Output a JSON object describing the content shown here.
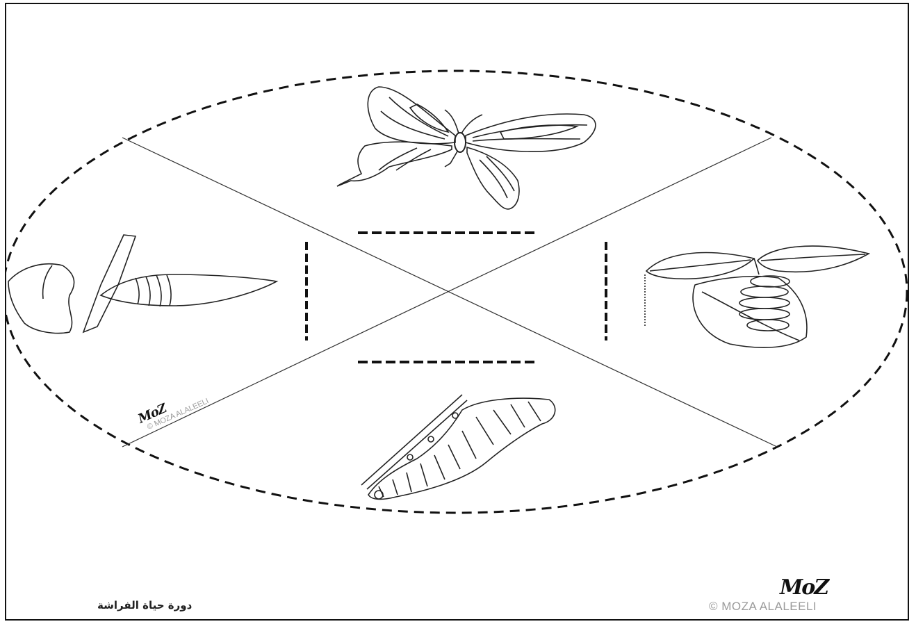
{
  "worksheet": {
    "footer_title": "دورة حياة الفراشة",
    "brand_logo": "MoZ",
    "copyright": "© MOZA ALALEELI"
  },
  "wheel": {
    "stages": [
      {
        "name": "adult butterfly",
        "icon": "butterfly-icon",
        "answer_blank": ""
      },
      {
        "name": "eggs on leaf",
        "icon": "eggs-on-leaf-icon",
        "answer_blank": ""
      },
      {
        "name": "caterpillar",
        "icon": "caterpillar-icon",
        "answer_blank": ""
      },
      {
        "name": "chrysalis",
        "icon": "chrysalis-icon",
        "answer_blank": ""
      }
    ],
    "inner_logo": "MoZ",
    "inner_copyright": "© MOZA ALALEELI"
  }
}
